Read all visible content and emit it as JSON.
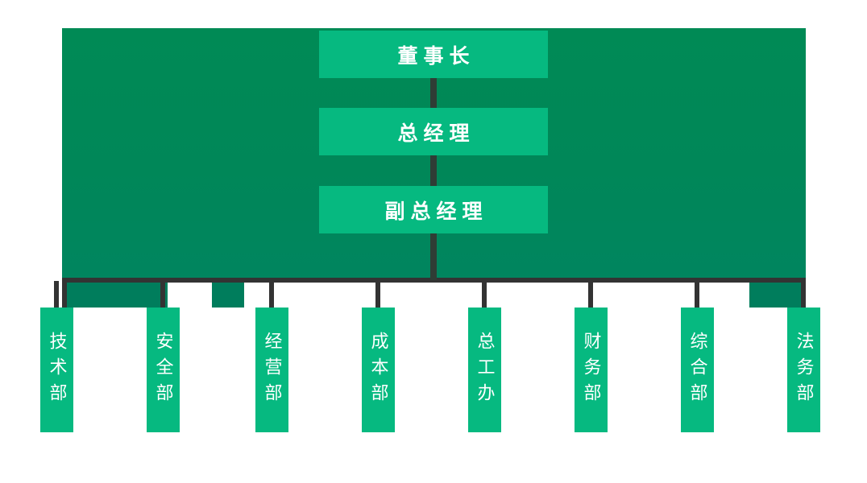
{
  "chart": {
    "type": "org-chart",
    "title": "",
    "orientation": "top-down",
    "colors": {
      "box": "#06b980",
      "backdrop": "#008757",
      "backdrop_tab": "#007d5c",
      "connector": "#333333",
      "spine": "#2f3d35",
      "text": "#ffffff",
      "page_background": "#ffffff"
    },
    "levels": [
      {
        "level": 1,
        "nodes": [
          {
            "id": "chairman",
            "label": "董事长"
          }
        ]
      },
      {
        "level": 2,
        "nodes": [
          {
            "id": "general-manager",
            "label": "总经理"
          }
        ]
      },
      {
        "level": 3,
        "nodes": [
          {
            "id": "deputy-general-manager",
            "label": "副总经理"
          }
        ]
      },
      {
        "level": 4,
        "nodes": [
          {
            "id": "dept-technology",
            "label": "技术部"
          },
          {
            "id": "dept-safety",
            "label": "安全部"
          },
          {
            "id": "dept-operations",
            "label": "经营部"
          },
          {
            "id": "dept-cost",
            "label": "成本部"
          },
          {
            "id": "dept-chief-engineer-office",
            "label": "总工办"
          },
          {
            "id": "dept-finance",
            "label": "财务部"
          },
          {
            "id": "dept-general-affairs",
            "label": "综合部"
          },
          {
            "id": "dept-legal",
            "label": "法务部"
          }
        ]
      }
    ],
    "edges": [
      {
        "from": "chairman",
        "to": "general-manager"
      },
      {
        "from": "general-manager",
        "to": "deputy-general-manager"
      },
      {
        "from": "deputy-general-manager",
        "to": "dept-technology"
      },
      {
        "from": "deputy-general-manager",
        "to": "dept-safety"
      },
      {
        "from": "deputy-general-manager",
        "to": "dept-operations"
      },
      {
        "from": "deputy-general-manager",
        "to": "dept-cost"
      },
      {
        "from": "deputy-general-manager",
        "to": "dept-chief-engineer-office"
      },
      {
        "from": "deputy-general-manager",
        "to": "dept-finance"
      },
      {
        "from": "deputy-general-manager",
        "to": "dept-general-affairs"
      },
      {
        "from": "deputy-general-manager",
        "to": "dept-legal"
      }
    ]
  }
}
